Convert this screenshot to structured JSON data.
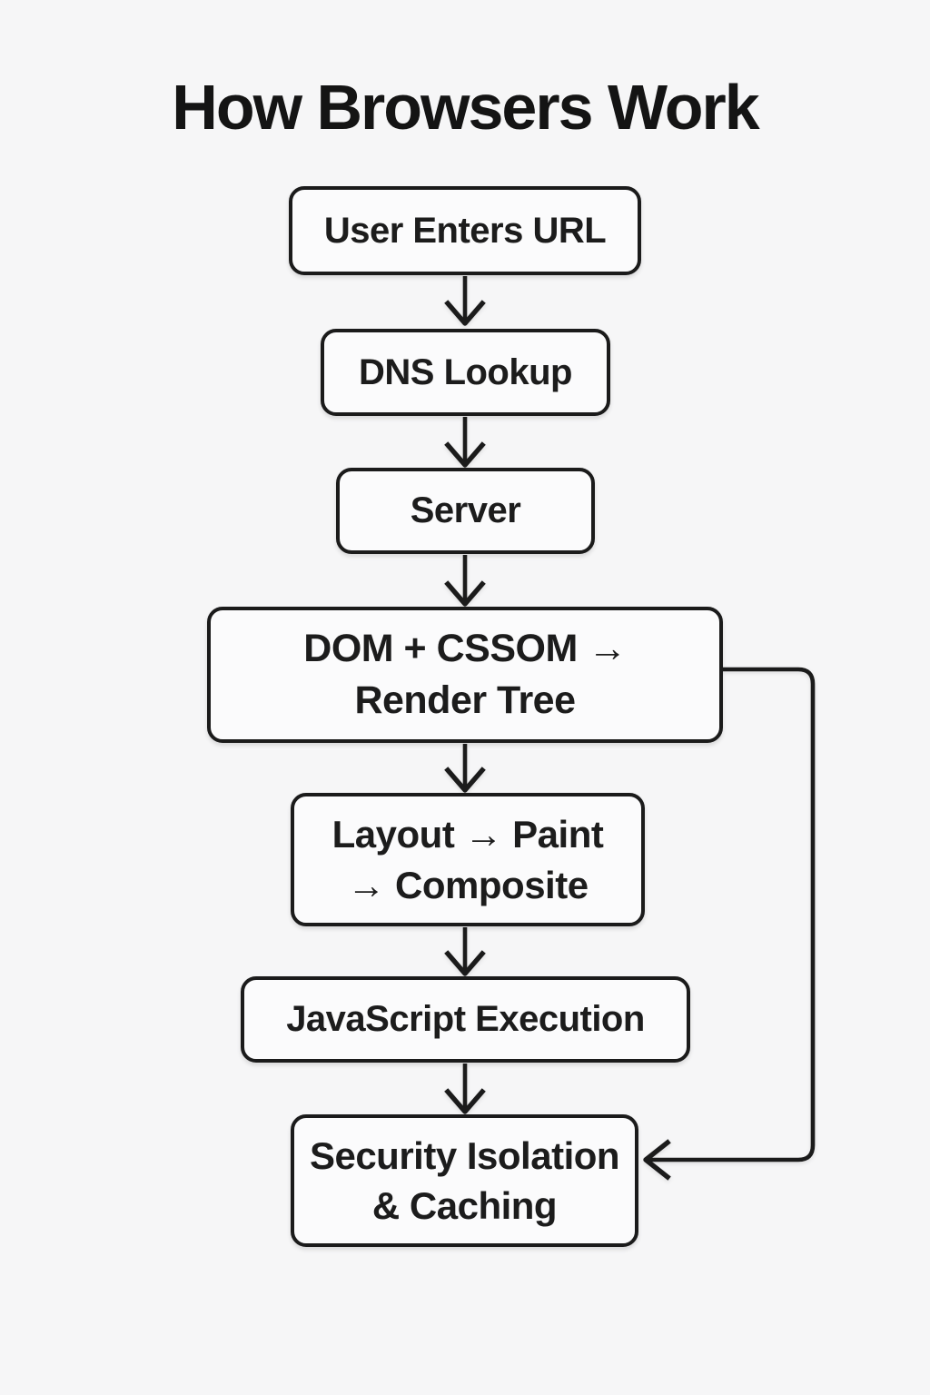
{
  "title": "How Browsers Work",
  "flowchart": {
    "nodes": [
      {
        "id": "user-enters-url",
        "label": "User Enters URL"
      },
      {
        "id": "dns-lookup",
        "label": "DNS Lookup"
      },
      {
        "id": "server",
        "label": "Server"
      },
      {
        "id": "dom-cssom-render-tree",
        "label": "DOM + CSSOM →\nRender Tree"
      },
      {
        "id": "layout-paint-composite",
        "label": "Layout → Paint\n→ Composite"
      },
      {
        "id": "javascript-execution",
        "label": "JavaScript Execution"
      },
      {
        "id": "security-isolation-caching",
        "label": "Security Isolation\n& Caching"
      }
    ],
    "edges": [
      {
        "from": "user-enters-url",
        "to": "dns-lookup",
        "type": "down-arrow"
      },
      {
        "from": "dns-lookup",
        "to": "server",
        "type": "down-arrow"
      },
      {
        "from": "server",
        "to": "dom-cssom-render-tree",
        "type": "down-arrow"
      },
      {
        "from": "dom-cssom-render-tree",
        "to": "layout-paint-composite",
        "type": "down-arrow"
      },
      {
        "from": "layout-paint-composite",
        "to": "javascript-execution",
        "type": "down-arrow"
      },
      {
        "from": "javascript-execution",
        "to": "security-isolation-caching",
        "type": "down-arrow"
      },
      {
        "from": "dom-cssom-render-tree",
        "to": "security-isolation-caching",
        "type": "feedback-right-side"
      }
    ]
  },
  "colors": {
    "background": "#f6f6f7",
    "node_fill": "#fbfbfc",
    "ink": "#1b1b1b"
  }
}
